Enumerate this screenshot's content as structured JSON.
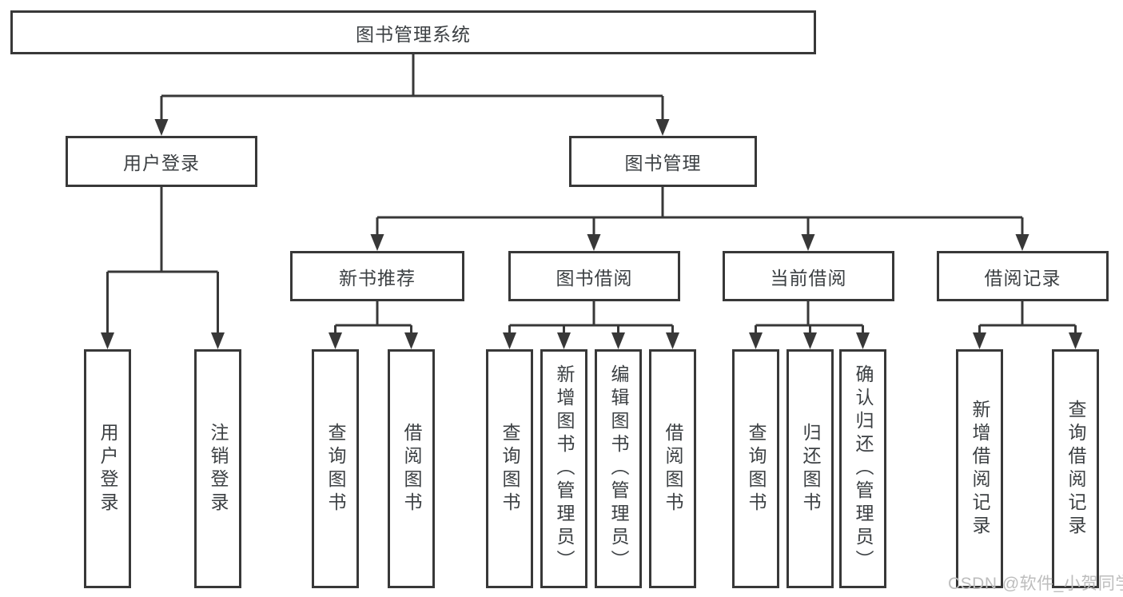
{
  "diagram": {
    "root": {
      "label": "图书管理系统"
    },
    "branches": [
      {
        "label": "用户登录",
        "children": [
          {
            "label": "用户登录"
          },
          {
            "label": "注销登录"
          }
        ]
      },
      {
        "label": "图书管理",
        "children": [
          {
            "label": "新书推荐",
            "children": [
              {
                "label": "查询图书"
              },
              {
                "label": "借阅图书"
              }
            ]
          },
          {
            "label": "图书借阅",
            "children": [
              {
                "label": "查询图书"
              },
              {
                "label": "新增图书（管理员）"
              },
              {
                "label": "编辑图书（管理员）"
              },
              {
                "label": "借阅图书"
              }
            ]
          },
          {
            "label": "当前借阅",
            "children": [
              {
                "label": "查询图书"
              },
              {
                "label": "归还图书"
              },
              {
                "label": "确认归还（管理员）"
              }
            ]
          },
          {
            "label": "借阅记录",
            "children": [
              {
                "label": "新增借阅记录"
              },
              {
                "label": "查询借阅记录"
              }
            ]
          }
        ]
      }
    ]
  },
  "watermark": {
    "text": "CSDN @软件_小贺同学"
  },
  "colors": {
    "line": "#383838",
    "box_border": "#383838",
    "text": "#3c4043",
    "watermark": "#bdbdbd",
    "background": "#ffffff"
  }
}
